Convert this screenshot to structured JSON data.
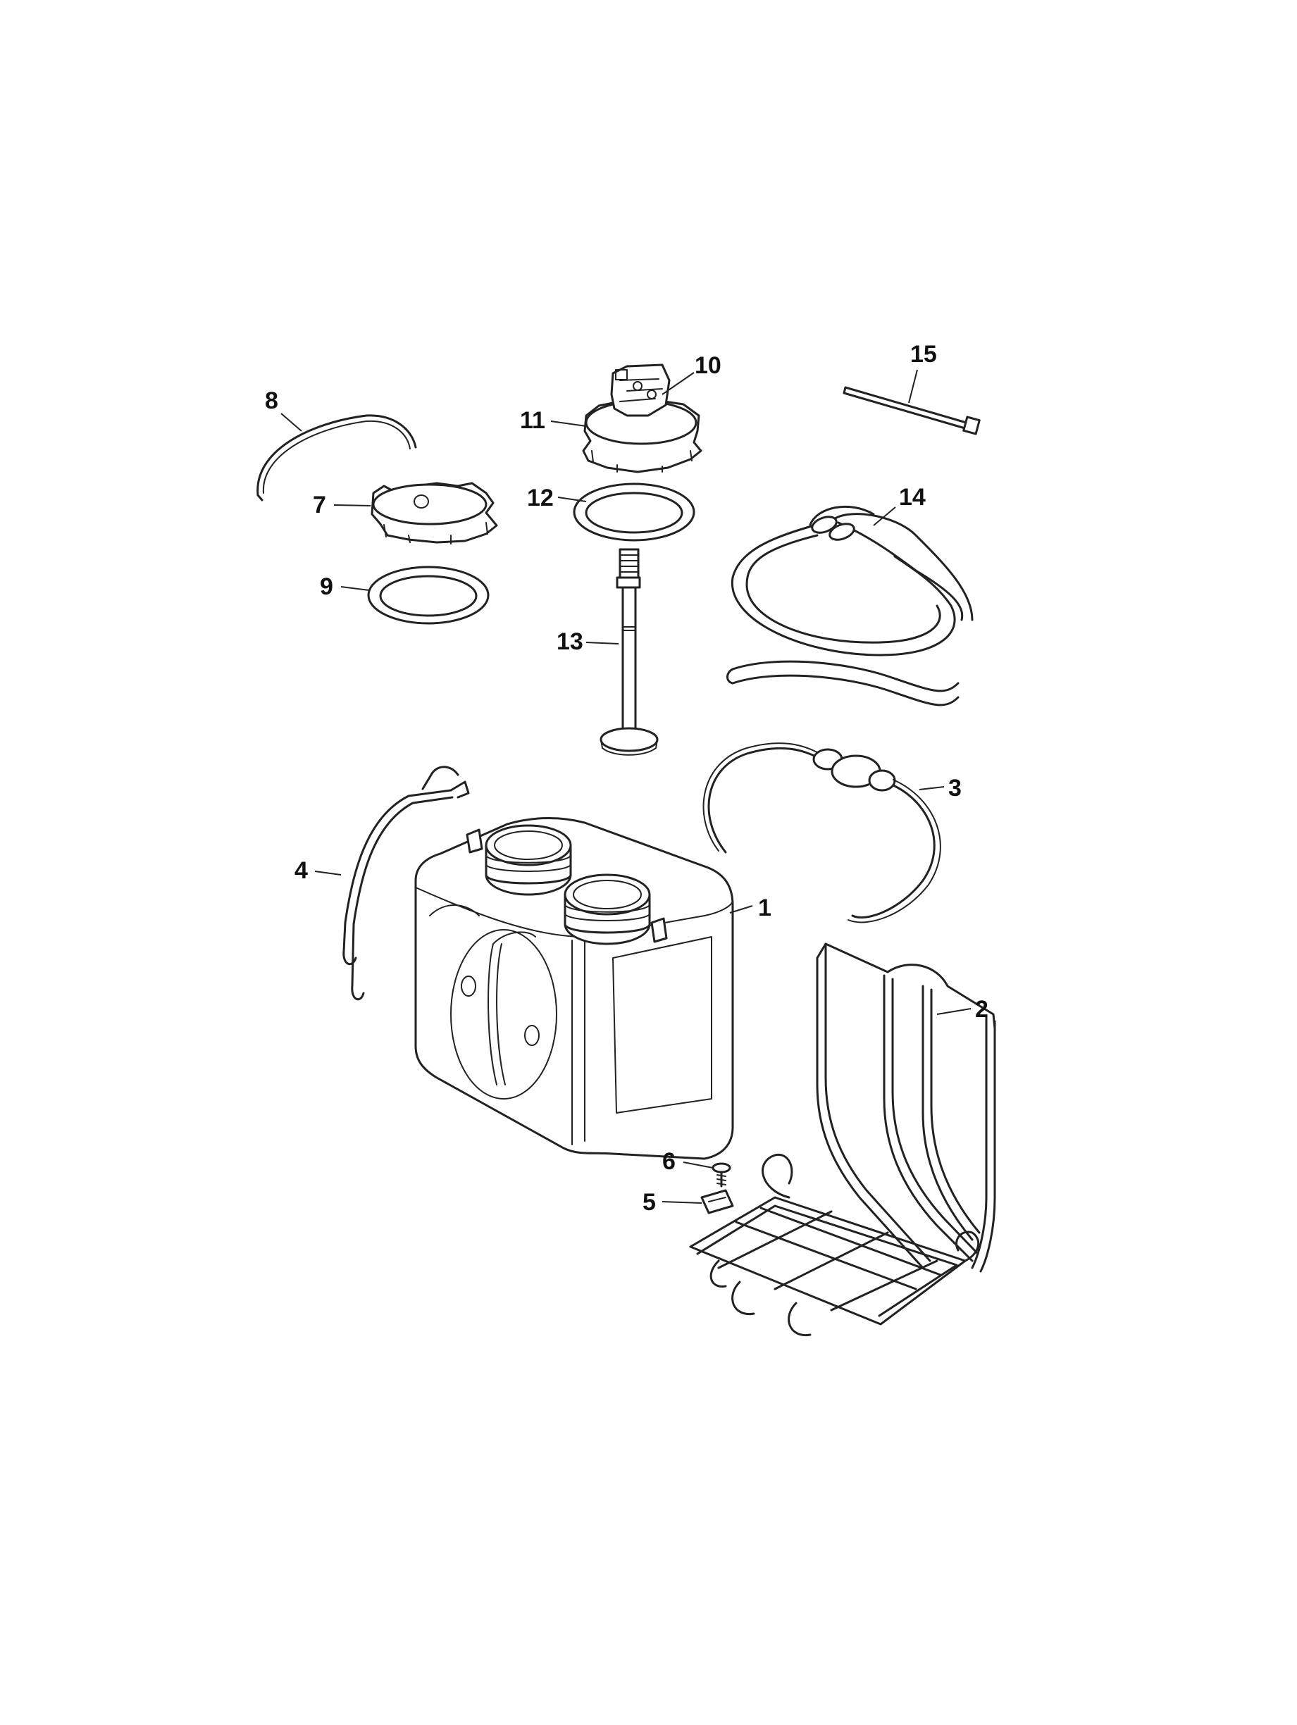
{
  "callouts": [
    {
      "id": "1",
      "label": "1"
    },
    {
      "id": "2",
      "label": "2"
    },
    {
      "id": "3",
      "label": "3"
    },
    {
      "id": "4",
      "label": "4"
    },
    {
      "id": "5",
      "label": "5"
    },
    {
      "id": "6",
      "label": "6"
    },
    {
      "id": "7",
      "label": "7"
    },
    {
      "id": "8",
      "label": "8"
    },
    {
      "id": "9",
      "label": "9"
    },
    {
      "id": "10",
      "label": "10"
    },
    {
      "id": "11",
      "label": "11"
    },
    {
      "id": "12",
      "label": "12"
    },
    {
      "id": "13",
      "label": "13"
    },
    {
      "id": "14",
      "label": "14"
    },
    {
      "id": "15",
      "label": "15"
    }
  ],
  "colors": {
    "ink": "#222222",
    "background": "#ffffff"
  }
}
